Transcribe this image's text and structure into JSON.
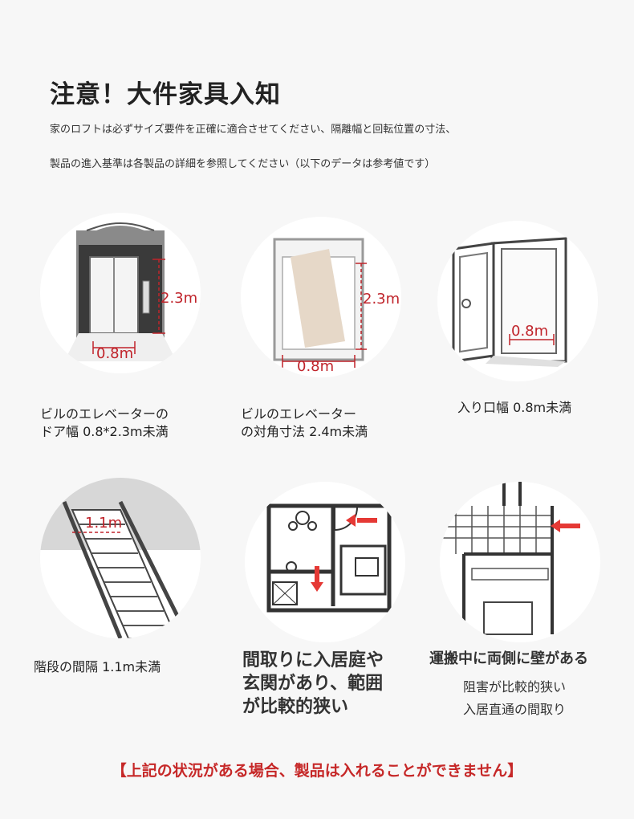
{
  "heading": "注意！大件家具入知",
  "desc": {
    "line1": "家のロフトは必ずサイズ要件を正確に適合させてください、隔離幅と回転位置の寸法、",
    "line2": "製品の進入基準は各製品の詳細を参照してください（以下のデータは参考値です）"
  },
  "items": [
    {
      "caption_lines": [
        "ビルのエレベーターの",
        "ドア幅 0.8*2.3m未満"
      ],
      "dims": {
        "height": "2.3m",
        "width": "0.8m"
      }
    },
    {
      "caption_lines": [
        "ビルのエレベーター",
        "の対角寸法 2.4m未満"
      ],
      "dims": {
        "height": "2.3m",
        "width": "0.8m"
      }
    },
    {
      "caption_lines": [
        "入り口幅 0.8m未満"
      ],
      "dims": {
        "width": "0.8m"
      }
    },
    {
      "caption_lines": [
        "階段の間隔 1.1m未満"
      ],
      "dims": {
        "width": "1.1m"
      }
    },
    {
      "caption_lines": [
        "間取りに入居庭や",
        "玄関があり、範囲",
        "が比較的狭い"
      ]
    },
    {
      "caption_main": "運搬中に両側に壁がある",
      "caption_sub": [
        "阻害が比較的狭い",
        "入居直通の間取り"
      ]
    }
  ],
  "notice": "【上記の状況がある場合、製品は入れることができません】",
  "colors": {
    "accent": "#c62828",
    "dimension": "#c0242b",
    "arrow": "#e53935"
  }
}
